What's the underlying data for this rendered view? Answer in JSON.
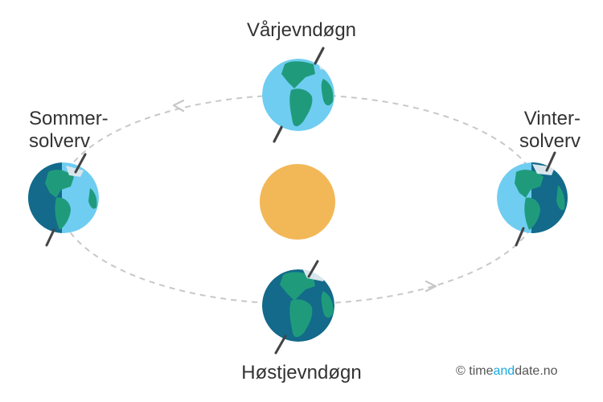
{
  "labels": {
    "spring": "Vårjevndøgn",
    "summer_line1": "Sommer-",
    "summer_line2": "solverv",
    "winter_line1": "Vinter-",
    "winter_line2": "solverv",
    "autumn": "Høstjevndøgn"
  },
  "credit": {
    "symbol": "©",
    "part1": "time",
    "part2": "and",
    "part3": "date.no"
  },
  "colors": {
    "orbit": "#c8c8c8",
    "sun": "#f2b857",
    "ocean_day": "#6fcdf1",
    "ocean_night": "#136a8a",
    "land": "#1f9b7c",
    "axis": "#444444",
    "ice": "#d8e6ec"
  }
}
